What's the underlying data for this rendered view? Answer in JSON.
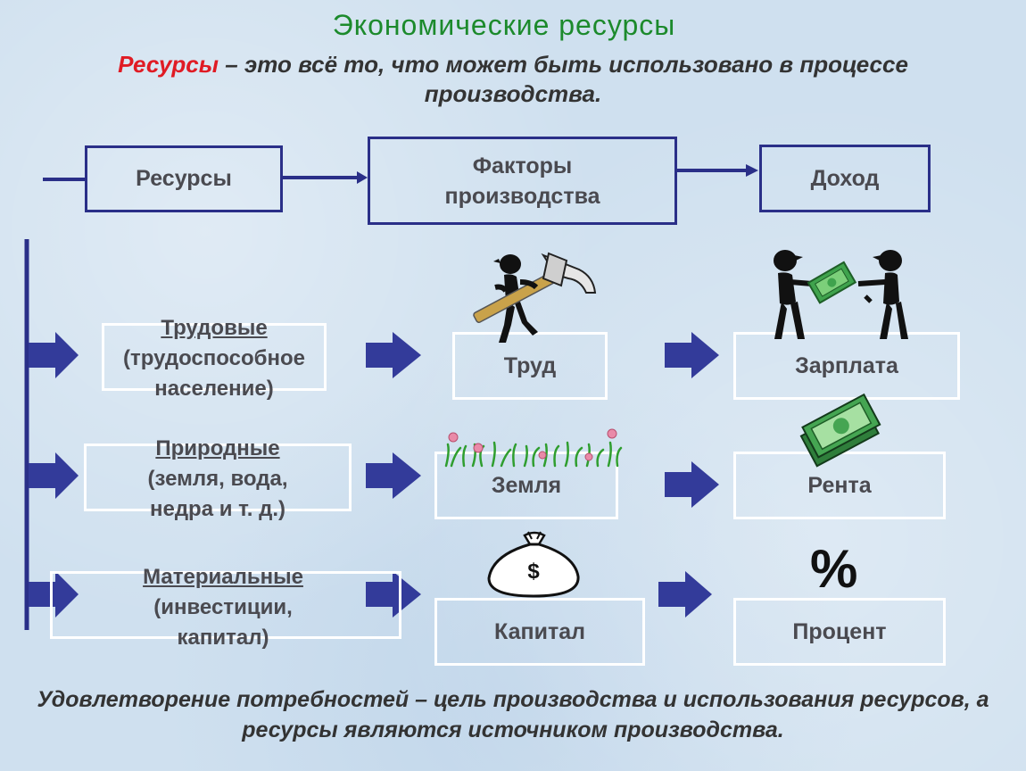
{
  "title": "Экономические ресурсы",
  "definition": {
    "term": "Ресурсы",
    "text": " – это всё то, что может быть использовано в процессе производства."
  },
  "top_row": {
    "resources": "Ресурсы",
    "factors": "Факторы производства",
    "income": "Доход"
  },
  "rows": [
    {
      "group_head": "Трудовые",
      "group_detail": "(трудоспособное население)",
      "factor": "Труд",
      "income": "Зарплата",
      "factor_icon": "worker-hammer-icon",
      "income_icon": "money-exchange-icon"
    },
    {
      "group_head": "Природные",
      "group_detail": "(земля, вода, недра и т. д.)",
      "factor": "Земля",
      "income": "Рента",
      "factor_icon": "grass-flowers-icon",
      "income_icon": "banknotes-icon"
    },
    {
      "group_head": "Материальные",
      "group_detail": "(инвестиции, капитал)",
      "factor": "Капитал",
      "income": "Процент",
      "factor_icon": "money-bag-icon",
      "income_icon": "percent-icon"
    }
  ],
  "percent_sign": "%",
  "money_bag_symbol": "$",
  "conclusion": "Удовлетворение потребностей – цель производства и использования ресурсов, а ресурсы являются источником производства.",
  "colors": {
    "title": "#1c8a2c",
    "term": "#e01b24",
    "box_border": "#2a2f88",
    "arrow": "#333b9a",
    "text": "#4a4a50"
  }
}
